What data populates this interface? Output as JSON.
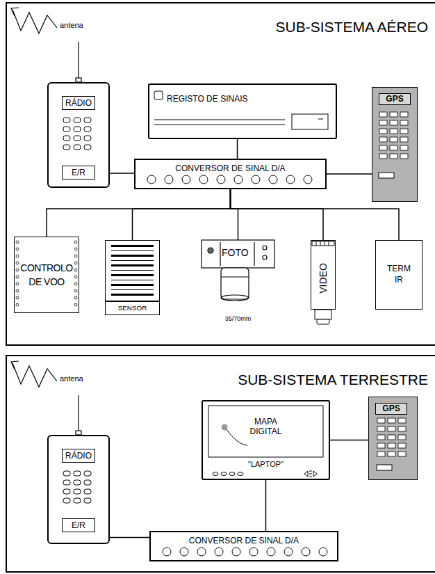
{
  "diagram": {
    "nodes": [
      {
        "text": [
          "SUB-SISTEMA AÉREO"
        ]
      },
      {
        "text": [
          "RÁDIO",
          "E/R"
        ],
        "in": 0
      },
      {
        "text": [
          "REGISTO DE SINAIS"
        ],
        "in": 0
      },
      {
        "text": [
          "GPS"
        ],
        "in": 0
      },
      {
        "text": [
          "CONVERSOR DE SINAL D/A"
        ],
        "in": 0
      },
      {
        "text": [
          "CONTROLO DE VOO"
        ],
        "in": 0
      },
      {
        "text": [
          "SENSOR"
        ],
        "in": 0
      },
      {
        "text": [
          "FOTO",
          "35/70mm"
        ],
        "in": 0
      },
      {
        "text": [
          "VIDEO"
        ],
        "in": 0
      },
      {
        "text": [
          "TERM IR"
        ],
        "in": 0
      },
      {
        "text": [
          "SUB-SISTEMA TERRESTRE"
        ]
      },
      {
        "text": [
          "RÁDIO",
          "E/R"
        ],
        "in": 10
      },
      {
        "text": [
          "MAPA DIGITAL",
          "\"LAPTOP\""
        ],
        "in": 10
      },
      {
        "text": [
          "GPS"
        ],
        "in": 10
      },
      {
        "text": [
          "CONVERSOR DE SINAL D/A"
        ],
        "in": 10
      }
    ],
    "edges": [
      {
        "from": 1,
        "to": 4,
        "arrow": "none"
      },
      {
        "from": 2,
        "to": 4,
        "arrow": "none"
      },
      {
        "from": 3,
        "to": 4,
        "arrow": "none"
      },
      {
        "from": 4,
        "to": 5,
        "arrow": "none"
      },
      {
        "from": 4,
        "to": 6,
        "arrow": "none"
      },
      {
        "from": 4,
        "to": 7,
        "arrow": "none"
      },
      {
        "from": 4,
        "to": 8,
        "arrow": "none"
      },
      {
        "from": 4,
        "to": 9,
        "arrow": "none"
      },
      {
        "from": 11,
        "to": 14,
        "arrow": "none"
      },
      {
        "from": 12,
        "to": 14,
        "arrow": "none"
      },
      {
        "from": 12,
        "to": 13,
        "arrow": "none"
      }
    ],
    "labels": [
      "antena",
      "antena"
    ]
  }
}
